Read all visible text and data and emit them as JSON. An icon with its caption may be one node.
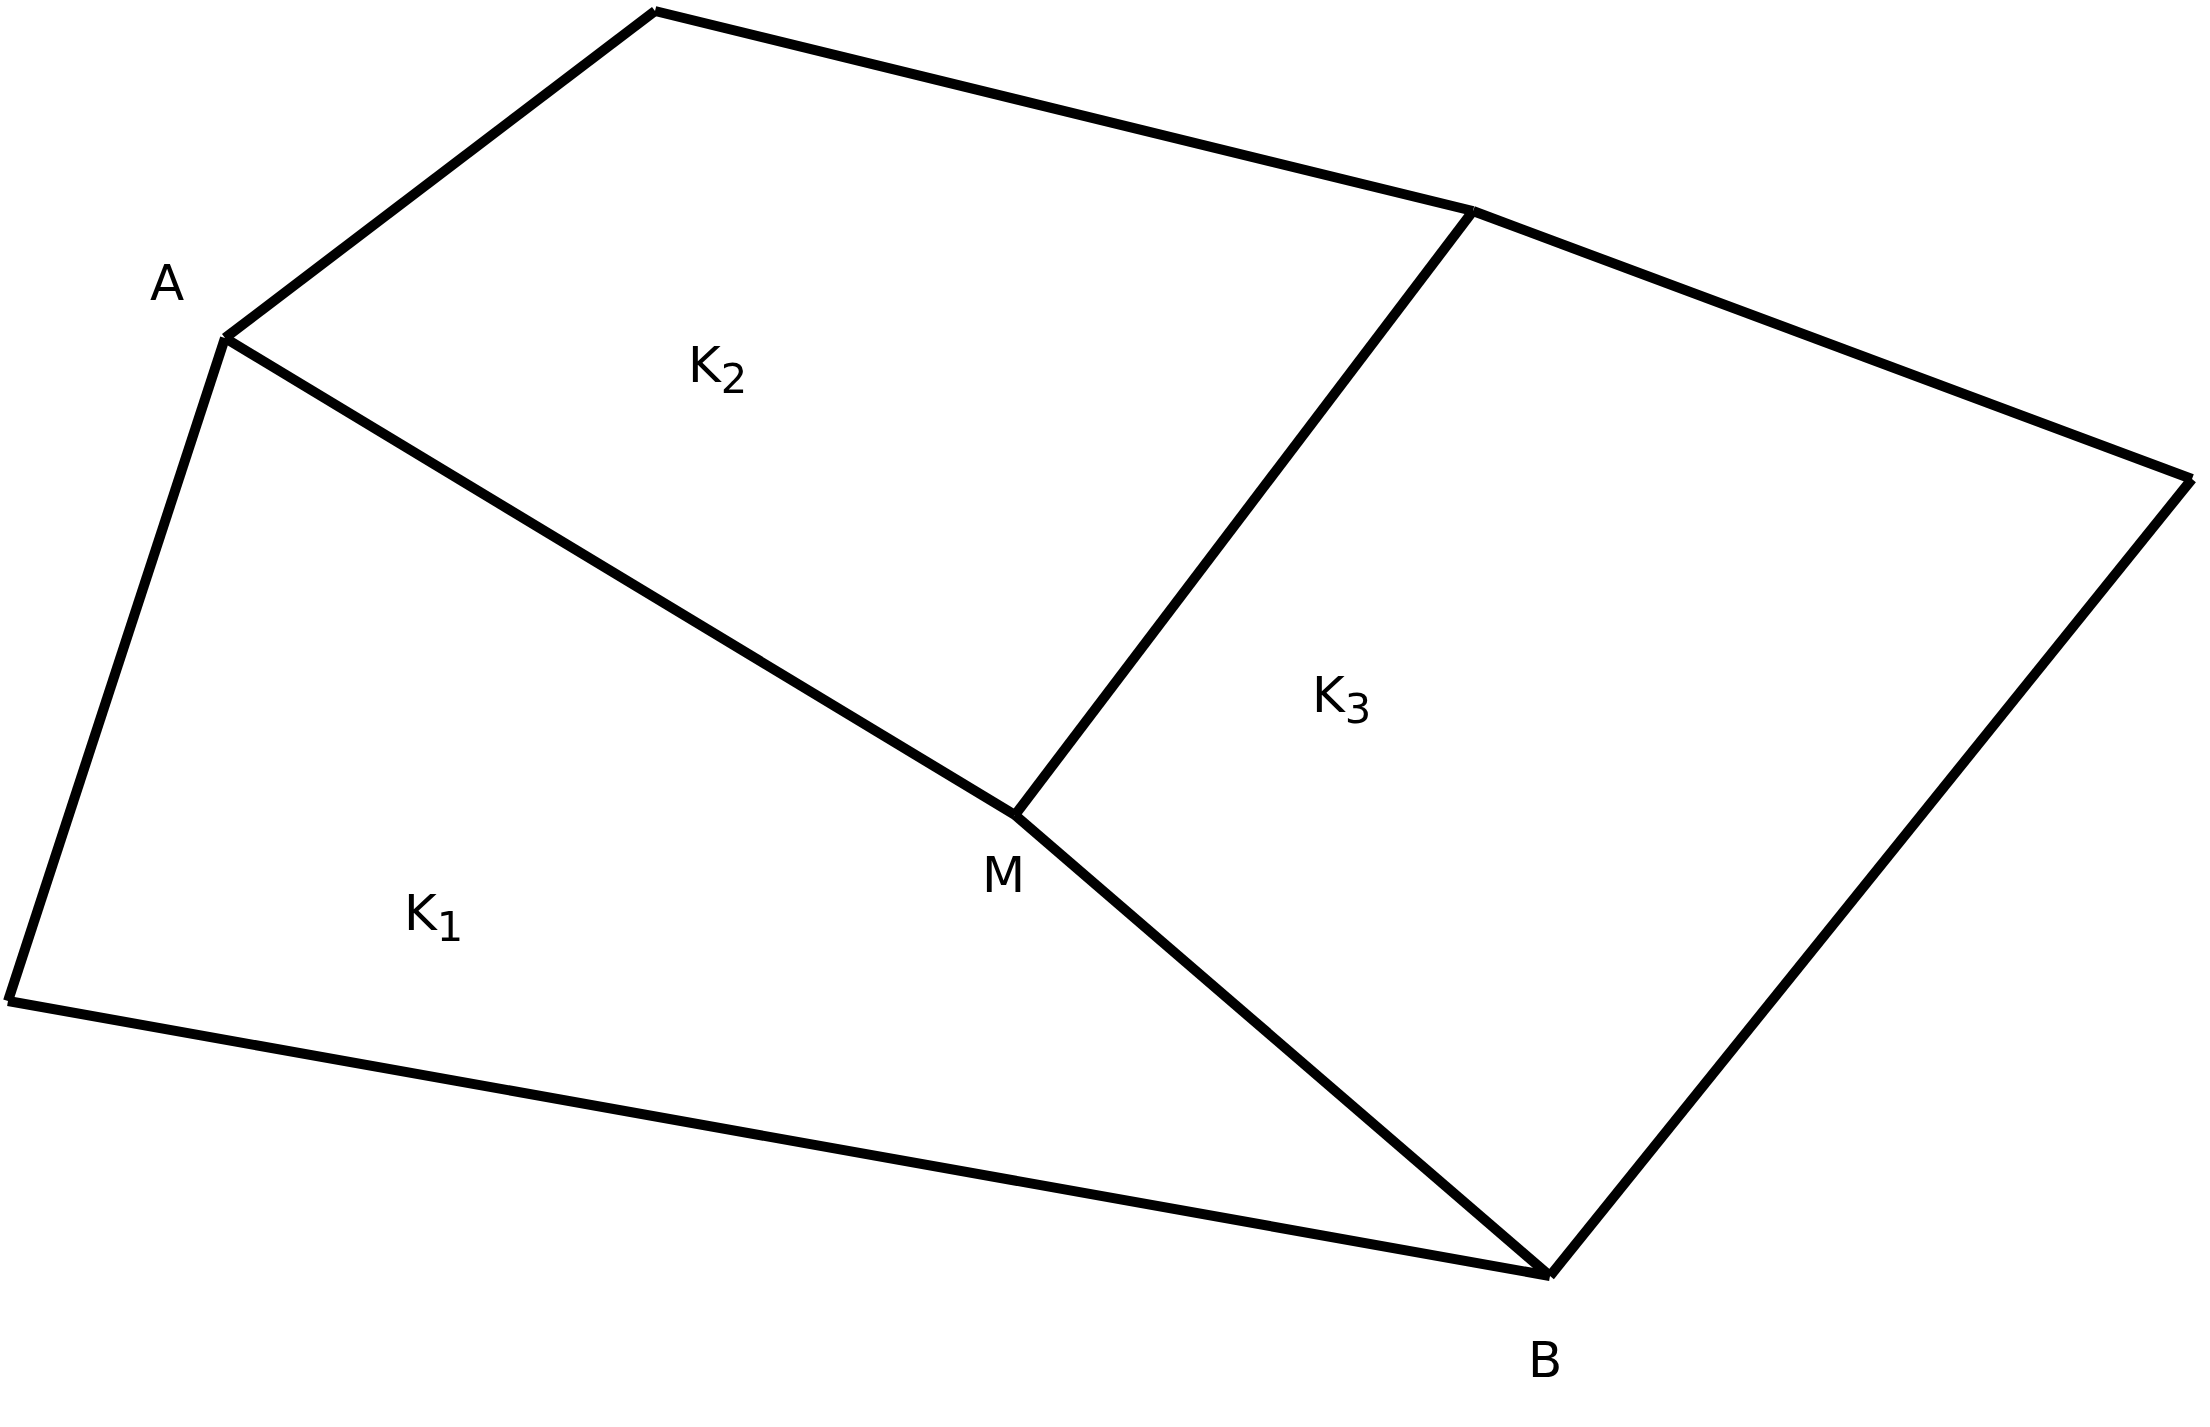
{
  "diagram": {
    "labels": [
      "A",
      "K$_{2}$",
      "K$_{3}$",
      "M",
      "K$_{1}$",
      "B"
    ]
  }
}
